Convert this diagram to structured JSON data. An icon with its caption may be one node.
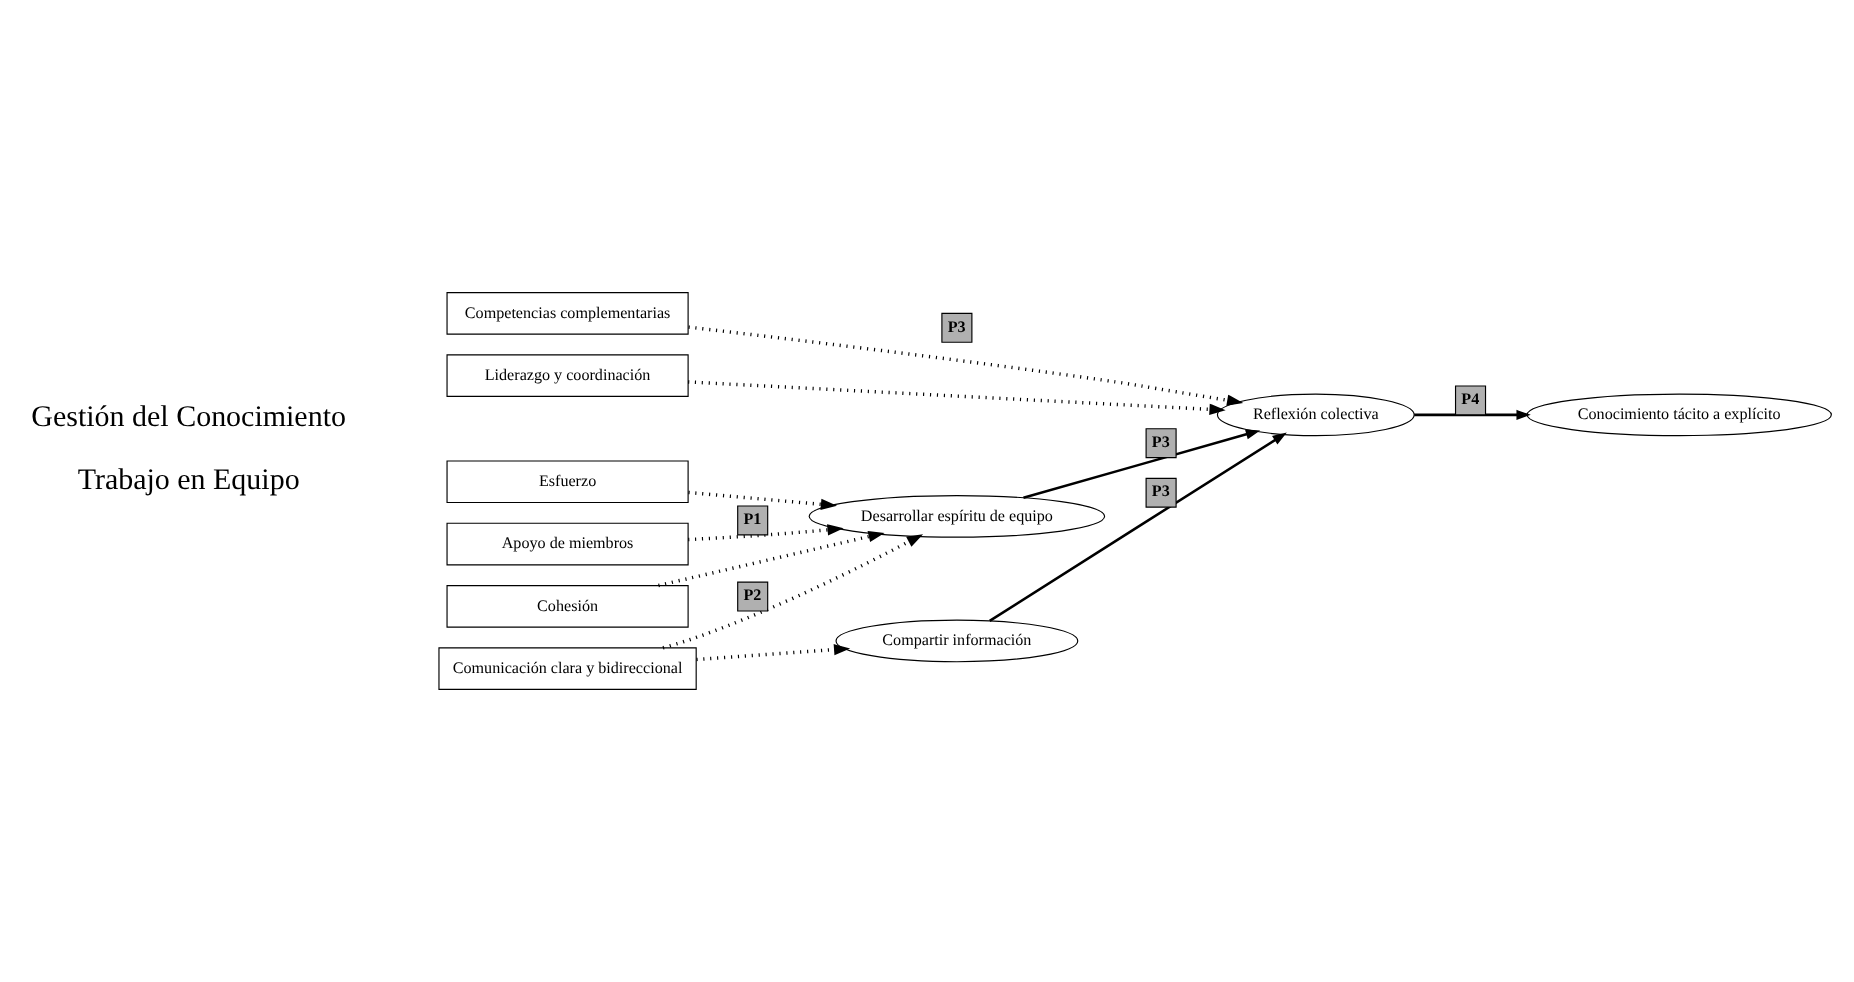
{
  "diagram": {
    "nodes": [
      {
        "text": [
          "Esfuerzo"
        ]
      },
      {
        "text": [
          "Apoyo de miembros"
        ]
      },
      {
        "text": [
          "Cohesión"
        ]
      },
      {
        "text": [
          "Competencias complementarias"
        ]
      },
      {
        "text": [
          "Liderazgo y coordinación"
        ]
      },
      {
        "text": [
          "Comunicación clara y bidireccional"
        ]
      },
      {
        "text": [
          "Desarrollar espíritu de equipo"
        ]
      },
      {
        "text": [
          "Reflexión colectiva"
        ]
      },
      {
        "text": [
          "Compartir información"
        ]
      },
      {
        "text": [
          "Conocimiento tácito a explícito"
        ]
      }
    ],
    "edges": [
      {
        "from": 0,
        "to": 6,
        "arrow": "to",
        "style": "dashed"
      },
      {
        "from": 1,
        "to": 6,
        "arrow": "to",
        "style": "dashed",
        "label": "P1"
      },
      {
        "from": 2,
        "to": 6,
        "arrow": "to",
        "style": "dashed"
      },
      {
        "from": 3,
        "to": 7,
        "arrow": "to",
        "style": "dashed",
        "label": "P3"
      },
      {
        "from": 4,
        "to": 7,
        "arrow": "to",
        "style": "dashed"
      },
      {
        "from": 5,
        "to": 6,
        "arrow": "to",
        "style": "dashed",
        "label": "P2"
      },
      {
        "from": 5,
        "to": 8,
        "arrow": "to",
        "style": "dashed"
      },
      {
        "from": 6,
        "to": 7,
        "arrow": "to",
        "label": "P3"
      },
      {
        "from": 8,
        "to": 7,
        "arrow": "to",
        "label": "P3"
      },
      {
        "from": 7,
        "to": 9,
        "arrow": "to",
        "label": "P4"
      }
    ],
    "labels": [
      "Trabajo en Equipo",
      "Gestión del Conocimiento"
    ]
  }
}
